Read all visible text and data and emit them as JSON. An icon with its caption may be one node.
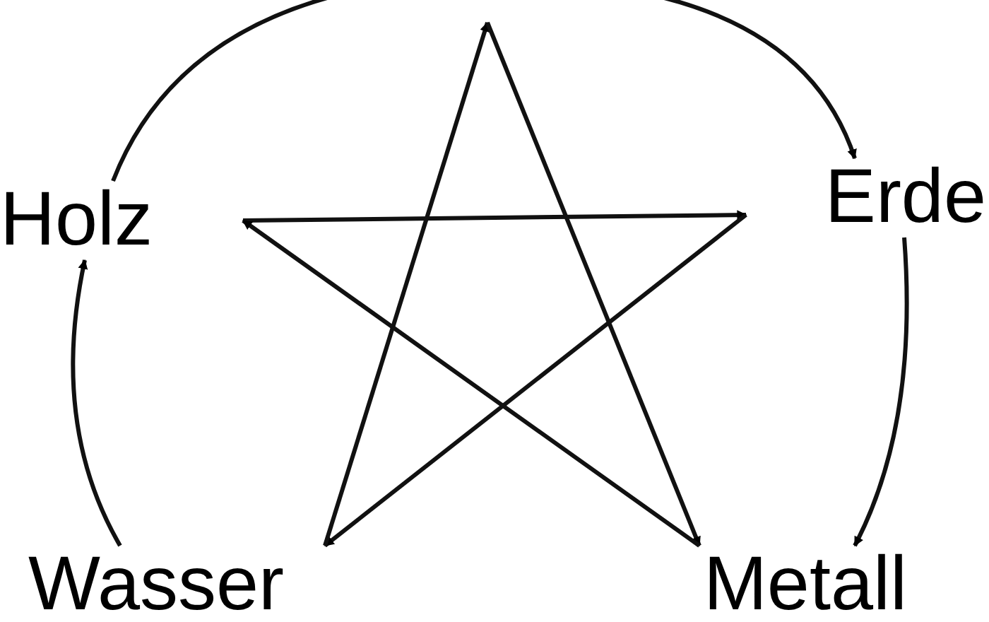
{
  "diagram": {
    "nodes": [
      {
        "text": [
          "Holz"
        ]
      },
      {
        "text": [
          "Erde"
        ]
      },
      {
        "text": [
          "Metall"
        ]
      },
      {
        "text": [
          "Wasser"
        ]
      }
    ],
    "edges": [
      {
        "from": 0,
        "to": 1,
        "arrow": "to"
      },
      {
        "from": 1,
        "to": 3,
        "arrow": "to"
      },
      {
        "from": 3,
        "to": null,
        "arrow": "to"
      },
      {
        "from": null,
        "to": 2,
        "arrow": "to"
      },
      {
        "from": 2,
        "to": 0,
        "arrow": "to"
      },
      {
        "from": 0,
        "to": null,
        "arrow": "none"
      },
      {
        "from": null,
        "to": 1,
        "arrow": "to"
      },
      {
        "from": 1,
        "to": 2,
        "arrow": "to"
      },
      {
        "from": 3,
        "to": 0,
        "arrow": "to"
      }
    ]
  }
}
